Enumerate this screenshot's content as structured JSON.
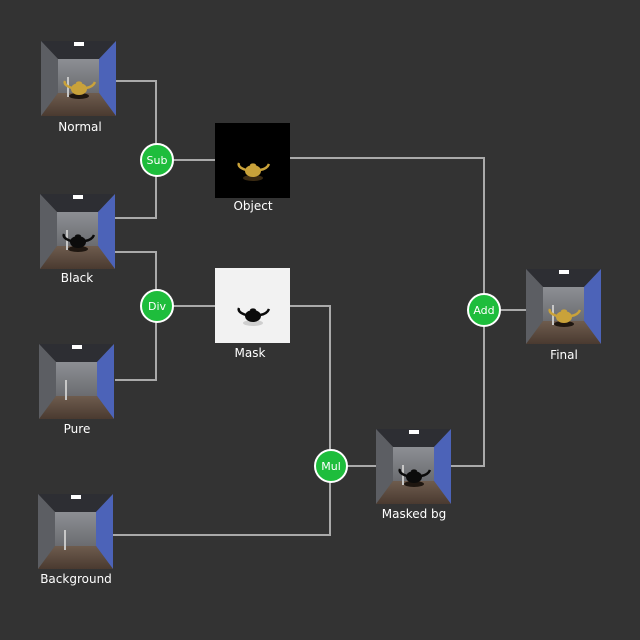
{
  "colors": {
    "background": "#333333",
    "wire": "#aaaaaa",
    "op_fill": "#1ebd3c",
    "op_border": "#ffffff",
    "text": "#ffffff"
  },
  "images": {
    "normal": {
      "label": "Normal",
      "variant": "room-gold-teapot"
    },
    "black": {
      "label": "Black",
      "variant": "room-black-teapot"
    },
    "pure": {
      "label": "Pure",
      "variant": "room-empty"
    },
    "background": {
      "label": "Background",
      "variant": "room-empty"
    },
    "object": {
      "label": "Object",
      "variant": "black-gold-teapot"
    },
    "mask": {
      "label": "Mask",
      "variant": "white-black-teapot"
    },
    "masked_bg": {
      "label": "Masked bg",
      "variant": "room-black-teapot"
    },
    "final": {
      "label": "Final",
      "variant": "room-gold-teapot"
    }
  },
  "operations": {
    "sub": {
      "label": "Sub"
    },
    "div": {
      "label": "Div"
    },
    "mul": {
      "label": "Mul"
    },
    "add": {
      "label": "Add"
    }
  },
  "connections": [
    {
      "from": "normal",
      "to": "sub"
    },
    {
      "from": "black",
      "to": "sub"
    },
    {
      "from": "sub",
      "to": "object"
    },
    {
      "from": "black",
      "to": "div"
    },
    {
      "from": "pure",
      "to": "div"
    },
    {
      "from": "div",
      "to": "mask"
    },
    {
      "from": "mask",
      "to": "mul"
    },
    {
      "from": "background",
      "to": "mul"
    },
    {
      "from": "mul",
      "to": "masked_bg"
    },
    {
      "from": "object",
      "to": "add"
    },
    {
      "from": "masked_bg",
      "to": "add"
    },
    {
      "from": "add",
      "to": "final"
    }
  ]
}
